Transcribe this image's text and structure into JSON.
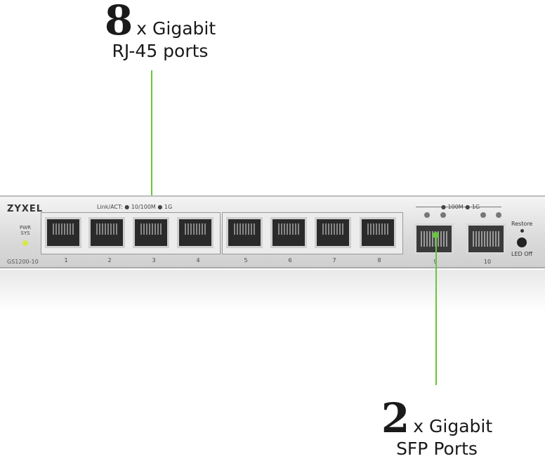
{
  "callout_rj45": {
    "count": "8",
    "line1": "x Gigabit",
    "line2": "RJ-45 ports"
  },
  "callout_sfp": {
    "count": "2",
    "line1": "x Gigabit",
    "line2": "SFP Ports"
  },
  "switch": {
    "brand": "ZYXEL",
    "model": "GS1200-10",
    "pwr": "PWR",
    "sys": "SYS",
    "link_act": "Link/ACT: ● 10/100M ● 1G",
    "sfp_legend": "● 100M ● 1G",
    "restore": "Restore",
    "led_off": "LED Off",
    "ports": [
      "1",
      "2",
      "3",
      "4",
      "5",
      "6",
      "7",
      "8"
    ],
    "sfp_ports": [
      "9",
      "10"
    ]
  },
  "colors": {
    "accent_green": "#64c83a",
    "led_yellow": "#d8e84a"
  }
}
